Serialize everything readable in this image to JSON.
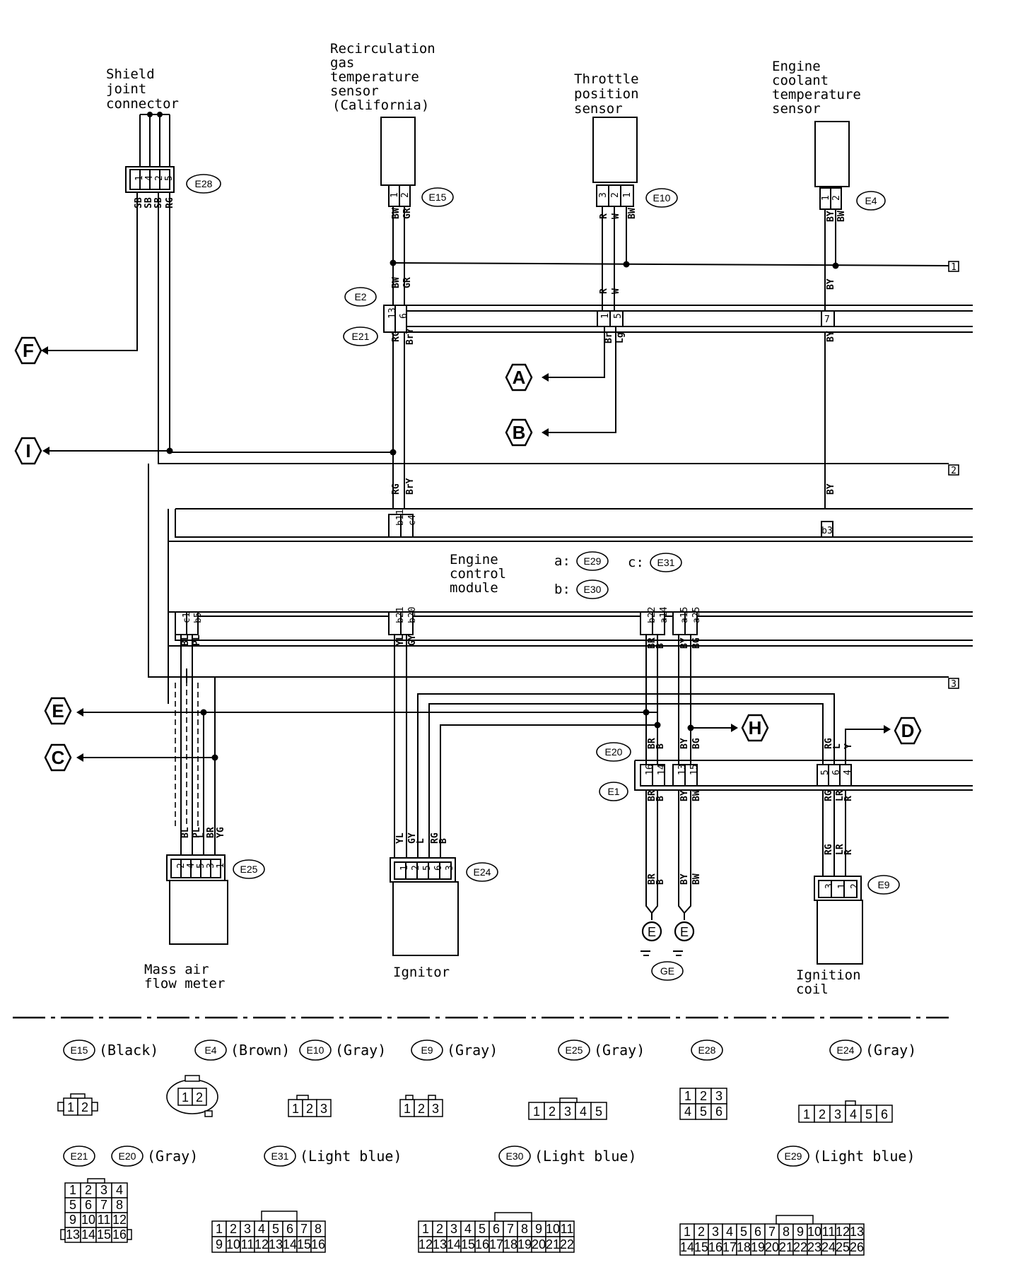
{
  "components": {
    "shield_joint": [
      "Shield",
      "joint",
      "connector"
    ],
    "recirc_sensor": [
      "Recirculation",
      "gas",
      "temperature",
      "sensor",
      "(California)"
    ],
    "throttle_sensor": [
      "Throttle",
      "position",
      "sensor"
    ],
    "coolant_sensor": [
      "Engine",
      "coolant",
      "temperature",
      "sensor"
    ],
    "ecm": [
      "Engine",
      "control",
      "module"
    ],
    "ecm_refs": {
      "a": "a:",
      "b": "b:",
      "c": "c:",
      "a_conn": "E29",
      "b_conn": "E30",
      "c_conn": "E31"
    },
    "mass_air": [
      "Mass air",
      "flow meter"
    ],
    "ignitor": [
      "Ignitor"
    ],
    "ignition_coil": [
      "Ignition",
      "coil"
    ]
  },
  "connectors": {
    "E28": "E28",
    "E15": "E15",
    "E10": "E10",
    "E4": "E4",
    "E2": "E2",
    "E21": "E21",
    "E20": "E20",
    "E1": "E1",
    "E25": "E25",
    "E24": "E24",
    "E9": "E9",
    "GE": "GE"
  },
  "jumps": {
    "F": "F",
    "A": "A",
    "B": "B",
    "I": "I",
    "E": "E",
    "C": "C",
    "H": "H",
    "D": "D",
    "E_ground": "E"
  },
  "refs": {
    "r1": "1",
    "r2": "2",
    "r3": "3"
  },
  "wire_codes": {
    "sb1": "SB",
    "sb2": "SB",
    "sb3": "SB",
    "rg_e28": "RG",
    "bw_e15": "BW",
    "gr_e15": "GR",
    "r_e10": "R",
    "w_e10": "W",
    "bw_e10": "BW",
    "by_e4": "BY",
    "bw_e4": "BW",
    "bw_e2": "BW",
    "gr_e2": "GR",
    "r_e2": "R",
    "w_e2": "W",
    "by_e2": "BY",
    "rg_e21": "RG",
    "bry_e21": "BrY",
    "br_e21": "Br",
    "lg_e21": "Lg",
    "by_e21": "BY",
    "rg_ecm": "RG",
    "bry_ecm": "BrY",
    "by_ecm": "BY",
    "bl_ecm": "BL",
    "pl_ecm": "PL",
    "yl_ecm": "YL",
    "gy_ecm": "GY",
    "br_ecm": "BR",
    "b_ecm": "B",
    "by2_ecm": "BY",
    "bg_ecm": "BG",
    "br_e20": "BR",
    "b_e20": "B",
    "by_e20": "BY",
    "bg_e20": "BG",
    "rg_e20": "RG",
    "l_e20": "L",
    "y_e20": "Y",
    "br_e1": "BR",
    "b_e1": "B",
    "by_e1": "BY",
    "bw_e1": "BW",
    "rg_e1": "RG",
    "lr_e1": "LR",
    "r_e1": "R",
    "bl_e25": "BL",
    "pl_e25": "PL",
    "l_e25": "L",
    "br_e25": "BR",
    "yg_e25": "YG",
    "yl_e24": "YL",
    "gy_e24": "GY",
    "l_e24": "L",
    "rg_e24": "RG",
    "b_e24": "B",
    "rg_e9": "RG",
    "lr_e9": "LR",
    "r_e9": "R",
    "br_g": "BR",
    "b_g": "B",
    "by_g": "BY",
    "bw_g": "BW"
  },
  "pins": {
    "e28": [
      "1",
      "4",
      "2",
      "5"
    ],
    "e15": [
      "1",
      "2"
    ],
    "e10": [
      "3",
      "2",
      "1"
    ],
    "e4": [
      "1",
      "2"
    ],
    "e2_13": "13",
    "e2_6": "6",
    "e2_1": "1",
    "e2_5": "5",
    "e2_7": "7",
    "ecm_b11": "b11",
    "ecm_c4": "c4",
    "ecm_b3": "b3",
    "ecm_c1": "c1",
    "ecm_b5": "b5",
    "ecm_b21": "b21",
    "ecm_b20": "b20",
    "ecm_b22": "b22",
    "ecm_a14": "a14",
    "ecm_a15": "a15",
    "ecm_a25": "a25",
    "e20": [
      "16",
      "14",
      "13",
      "15",
      "5",
      "6",
      "4"
    ],
    "e25": [
      "2",
      "4",
      "5",
      "3",
      "1"
    ],
    "e24": [
      "1",
      "2",
      "5",
      "6",
      "3"
    ],
    "e9": [
      "3",
      "1",
      "2"
    ]
  },
  "legend": {
    "row1": [
      {
        "id": "E15",
        "desc": "(Black)"
      },
      {
        "id": "E4",
        "desc": "(Brown)"
      },
      {
        "id": "E10",
        "desc": "(Gray)"
      },
      {
        "id": "E9",
        "desc": "(Gray)"
      },
      {
        "id": "E25",
        "desc": "(Gray)"
      },
      {
        "id": "E28",
        "desc": ""
      },
      {
        "id": "E24",
        "desc": "(Gray)"
      }
    ],
    "row2": [
      {
        "id": "E21",
        "desc": ""
      },
      {
        "id": "E20",
        "desc": "(Gray)"
      },
      {
        "id": "E31",
        "desc": "(Light blue)"
      },
      {
        "id": "E30",
        "desc": "(Light blue)"
      },
      {
        "id": "E29",
        "desc": "(Light blue)"
      }
    ],
    "faces": {
      "e15": [
        "1",
        "2"
      ],
      "e4": [
        "1",
        "2"
      ],
      "e10": [
        "1",
        "2",
        "3"
      ],
      "e9": [
        "1",
        "2",
        "3"
      ],
      "e25": [
        "1",
        "2",
        "3",
        "4",
        "5"
      ],
      "e28": [
        [
          "1",
          "2",
          "3"
        ],
        [
          "4",
          "5",
          "6"
        ]
      ],
      "e24": [
        "1",
        "2",
        "3",
        "4",
        "5",
        "6"
      ],
      "e21": [
        [
          "1",
          "2",
          "3",
          "4"
        ],
        [
          "5",
          "6",
          "7",
          "8"
        ],
        [
          "9",
          "10",
          "11",
          "12"
        ],
        [
          "13",
          "14",
          "15",
          "16"
        ]
      ],
      "e31": [
        [
          "1",
          "2",
          "3",
          "4",
          "5",
          "6",
          "7",
          "8"
        ],
        [
          "9",
          "10",
          "11",
          "12",
          "13",
          "14",
          "15",
          "16"
        ]
      ],
      "e30": [
        [
          "1",
          "2",
          "3",
          "4",
          "5",
          "6",
          "7",
          "8",
          "9",
          "10",
          "11"
        ],
        [
          "12",
          "13",
          "14",
          "15",
          "16",
          "17",
          "18",
          "19",
          "20",
          "21",
          "22"
        ]
      ],
      "e29": [
        [
          "1",
          "2",
          "3",
          "4",
          "5",
          "6",
          "7",
          "8",
          "9",
          "10",
          "11",
          "12",
          "13"
        ],
        [
          "14",
          "15",
          "16",
          "17",
          "18",
          "19",
          "20",
          "21",
          "22",
          "23",
          "24",
          "25",
          "26"
        ]
      ]
    }
  }
}
